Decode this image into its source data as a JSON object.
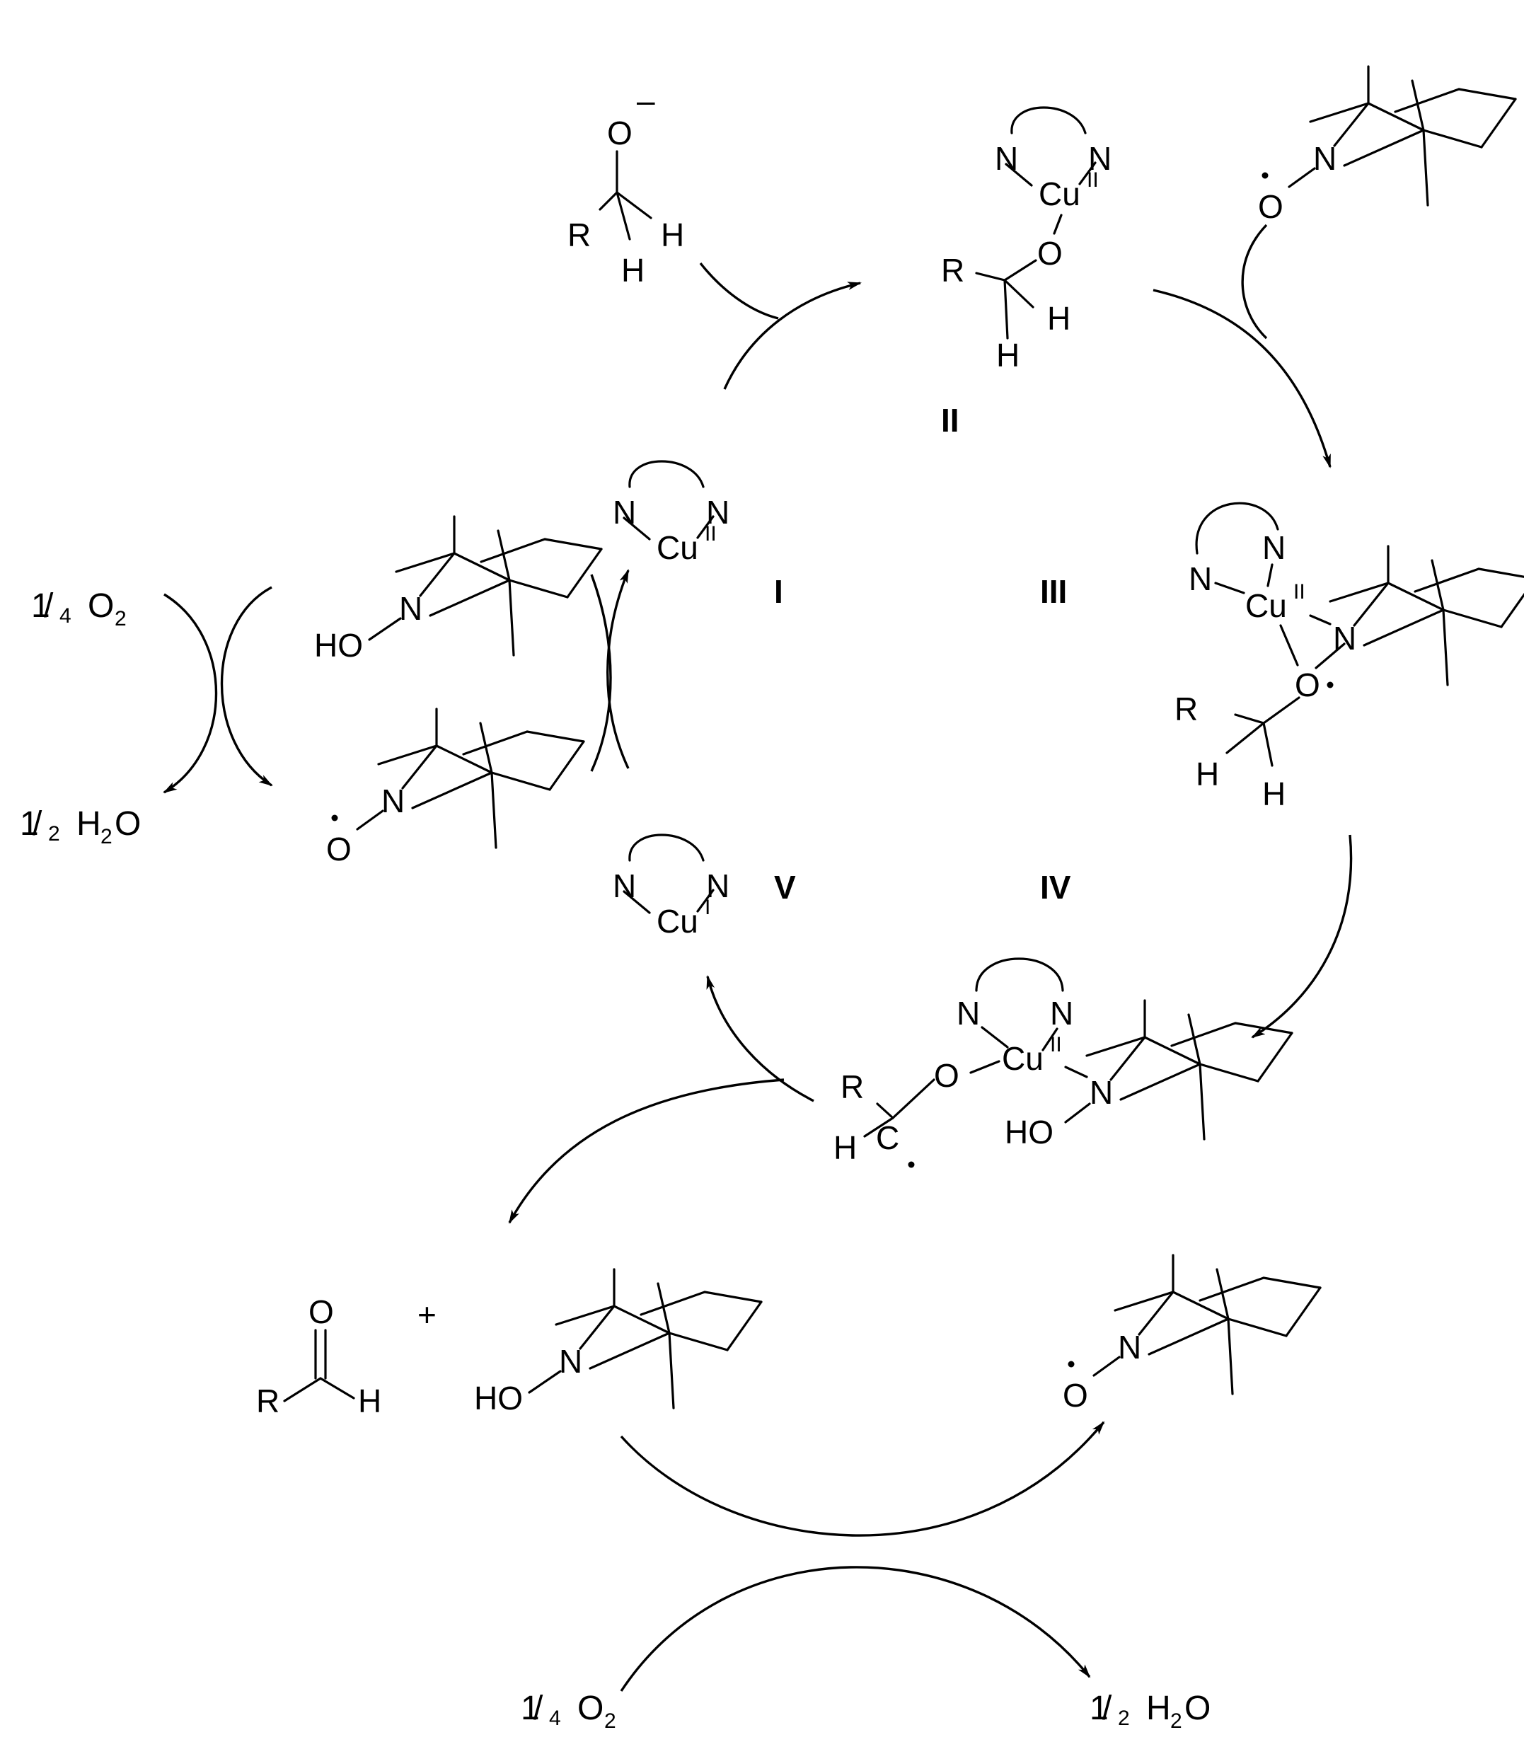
{
  "atoms": {
    "O": "O",
    "N": "N",
    "H": "H",
    "R": "R",
    "C": "C",
    "HO": "HO",
    "Cu": "Cu",
    "minus": "–",
    "ox2": "II",
    "ox1": "I",
    "plus": "+"
  },
  "intermediates": {
    "I": "I",
    "II": "II",
    "III": "III",
    "IV": "IV",
    "V": "V"
  },
  "reagents": {
    "quarter": "1",
    "quarter_den": "4",
    "o2": "O",
    "o2_sub": "2",
    "half": "1",
    "half_den": "2",
    "h2o_h": "H",
    "h2o_sub": "2",
    "h2o_o": "O"
  }
}
